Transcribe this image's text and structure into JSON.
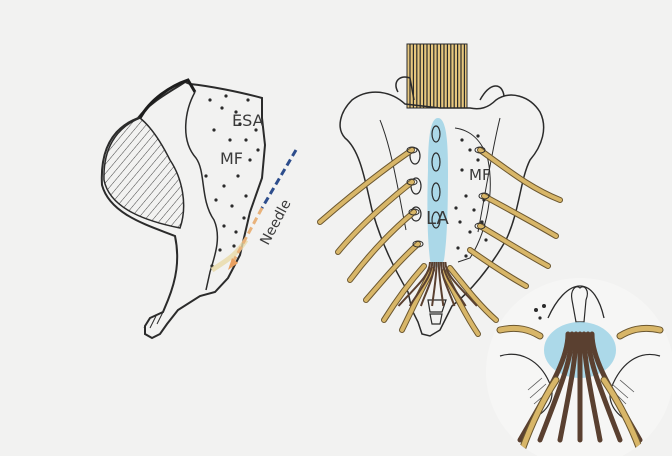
{
  "labels": {
    "esa": "ESA",
    "mf_left": "MF",
    "needle": "Needle",
    "mf_right": "MF",
    "la": "LA"
  },
  "colors": {
    "paper": "#f2f2f1",
    "ink": "#2b2b2b",
    "nerve": "#d8b668",
    "nerve_outline": "#6b5730",
    "anesthetic": "#9fd3e6",
    "needle_blue": "#2d4d8c",
    "needle_orange": "#e9b27a"
  }
}
